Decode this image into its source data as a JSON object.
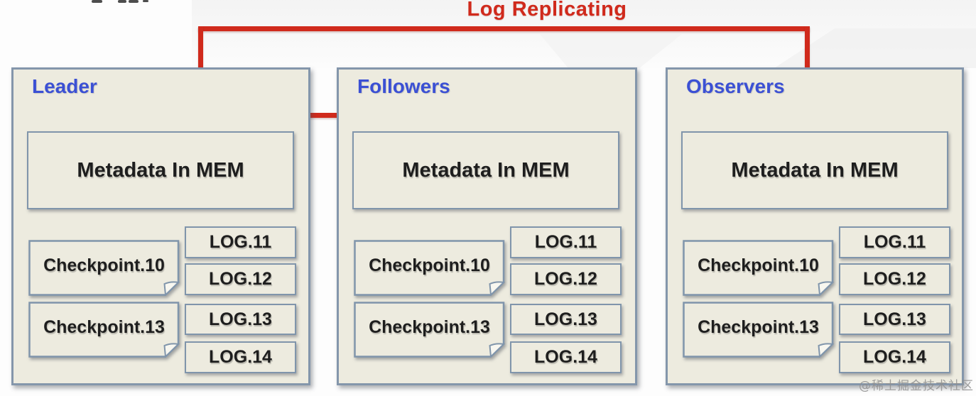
{
  "title": "Log Replicating",
  "panels": [
    {
      "title": "Leader",
      "memory_box": "Metadata In MEM",
      "checkpoints": [
        "Checkpoint.10",
        "Checkpoint.13"
      ],
      "logs": [
        "LOG.11",
        "LOG.12",
        "LOG.13",
        "LOG.14"
      ]
    },
    {
      "title": "Followers",
      "memory_box": "Metadata In MEM",
      "checkpoints": [
        "Checkpoint.10",
        "Checkpoint.13"
      ],
      "logs": [
        "LOG.11",
        "LOG.12",
        "LOG.13",
        "LOG.14"
      ]
    },
    {
      "title": "Observers",
      "memory_box": "Metadata In MEM",
      "checkpoints": [
        "Checkpoint.10",
        "Checkpoint.13"
      ],
      "logs": [
        "LOG.11",
        "LOG.12",
        "LOG.13",
        "LOG.14"
      ]
    }
  ],
  "watermark": "@稀土掘金技术社区",
  "colors": {
    "arrow_red": "#d02a1c",
    "title_blue": "#3b50d4",
    "panel_background": "#edebdf",
    "panel_border": "#8496ab",
    "box_border": "#8095ab",
    "body_text": "#1e1e1e",
    "watermark_gray": "#8f8f8f"
  }
}
